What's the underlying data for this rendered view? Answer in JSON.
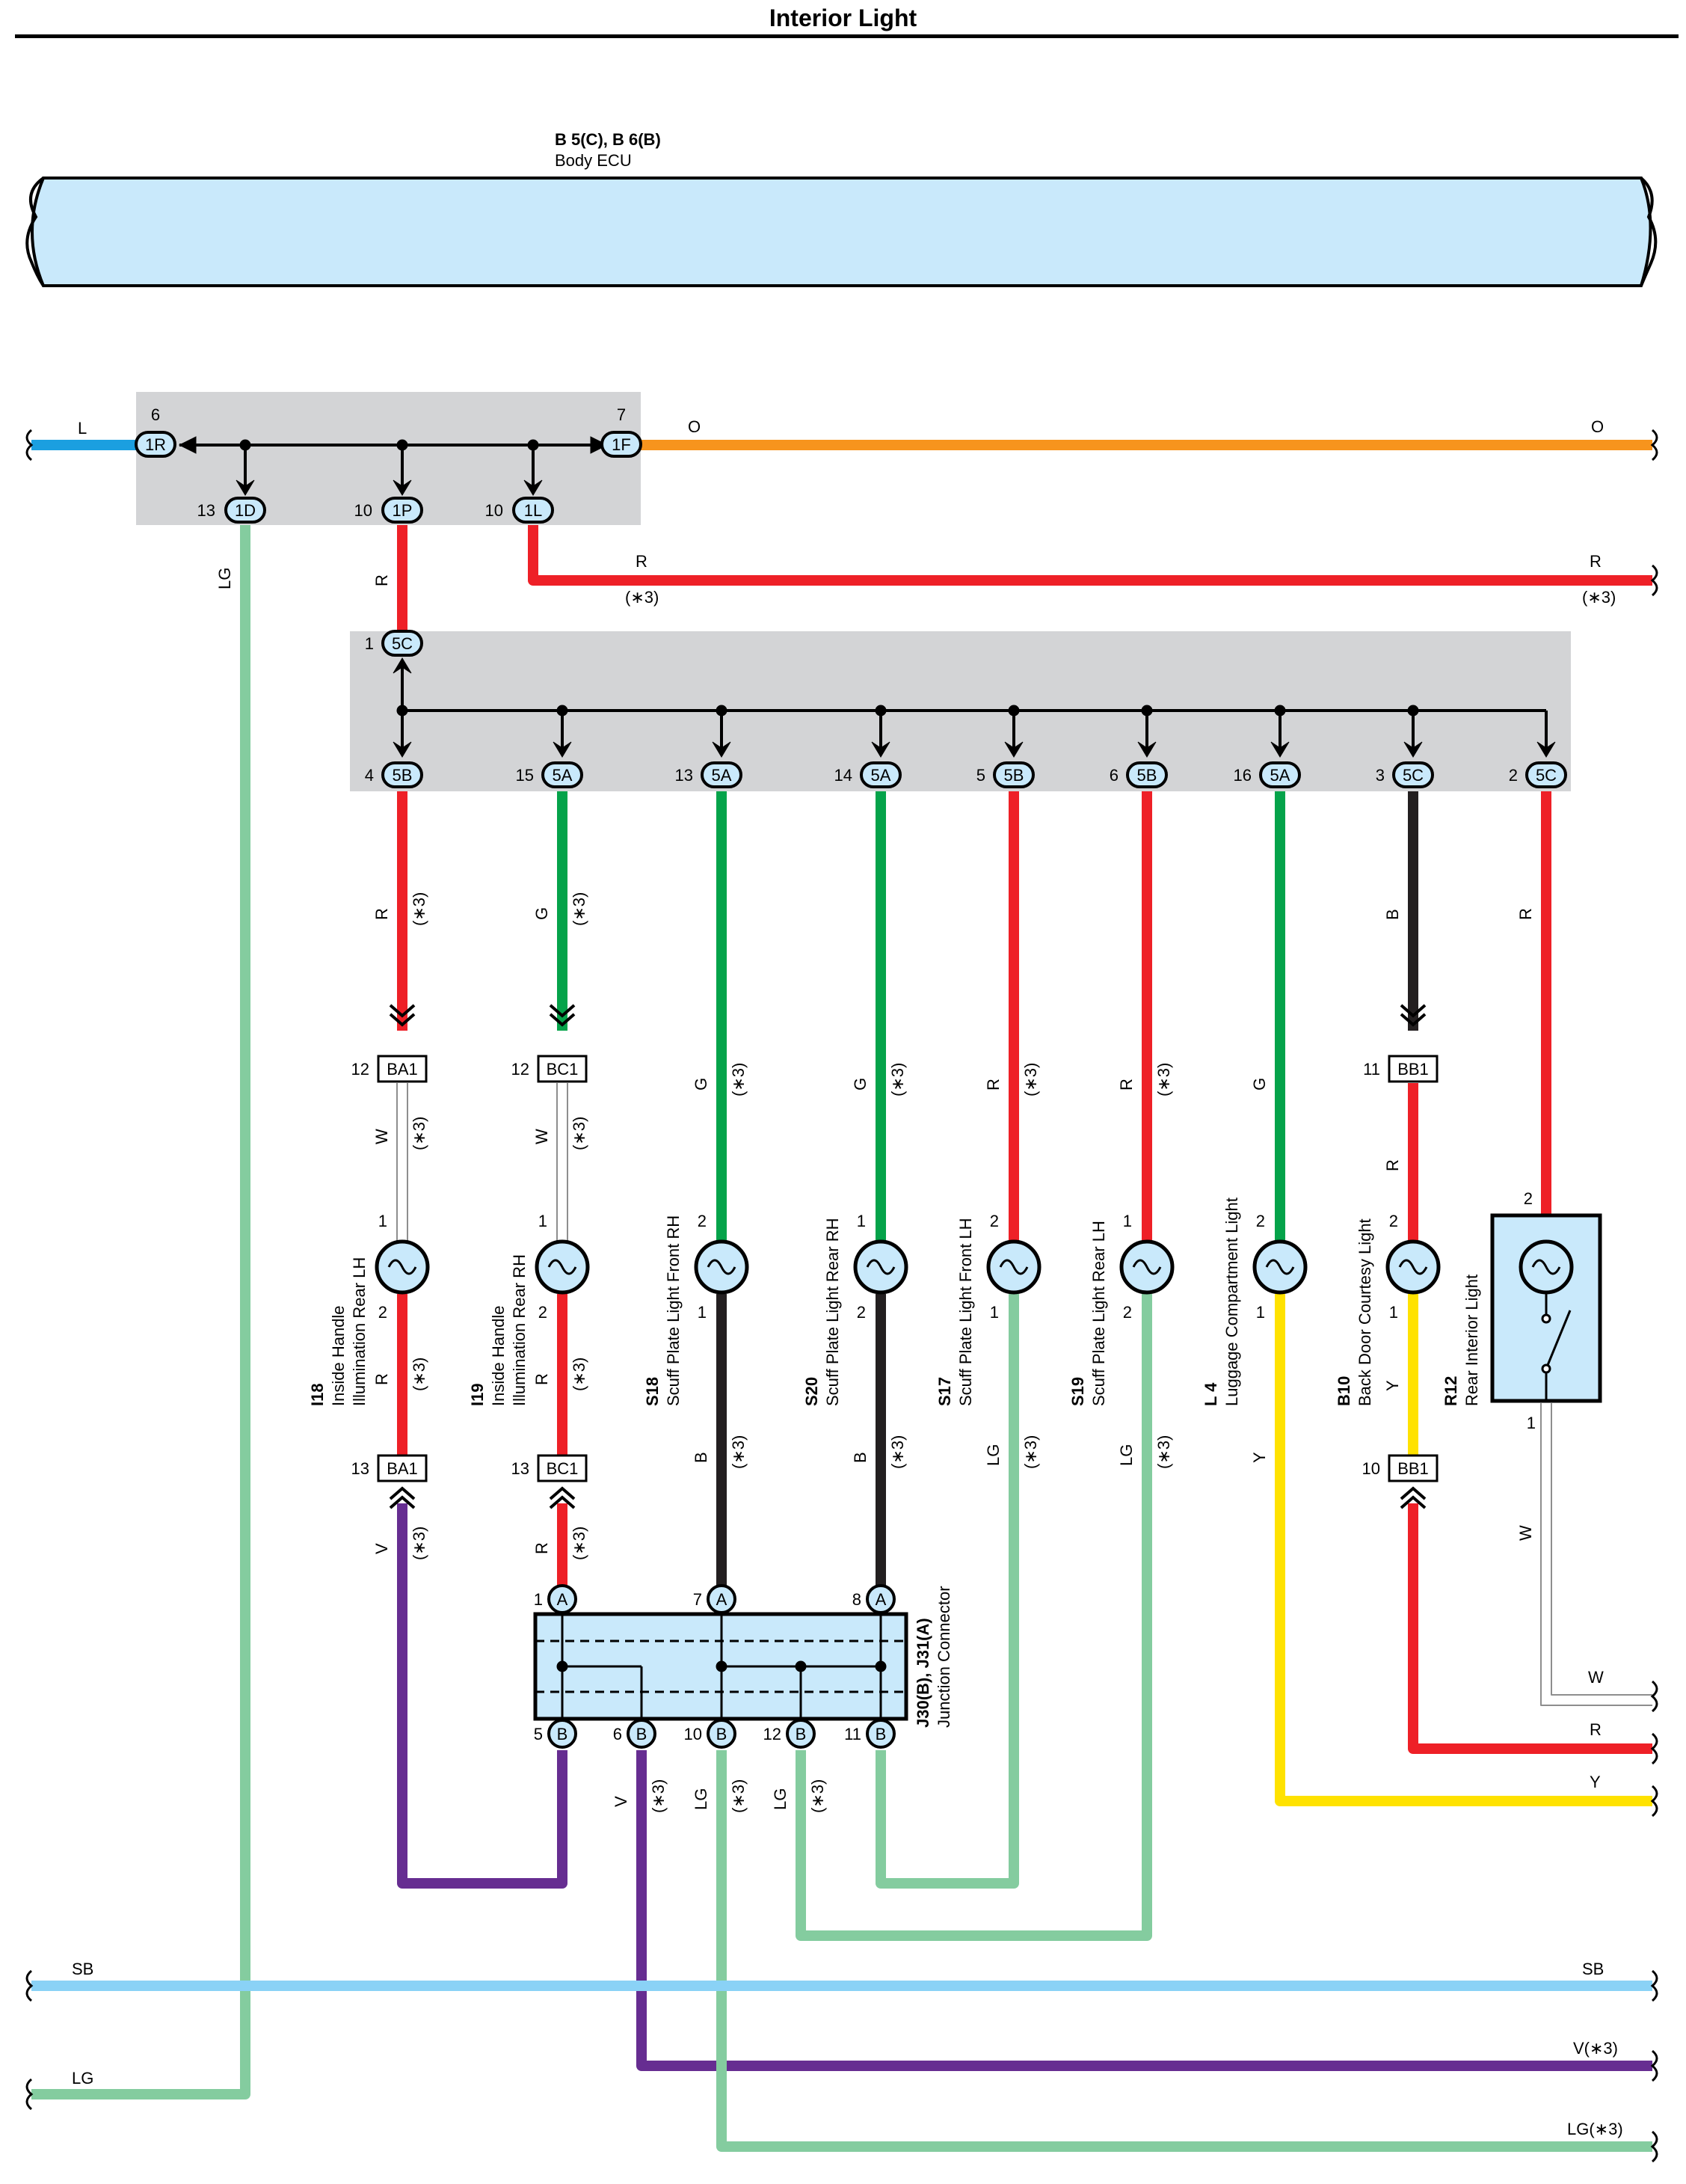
{
  "title": "Interior Light",
  "colors": {
    "R": "#ee2027",
    "G": "#05a34a",
    "B": "#231f20",
    "LG": "#84cc9f",
    "L": "#1b9fe0",
    "O": "#f7941d",
    "Y": "#ffe200",
    "V": "#662d91",
    "SB": "#8ad2f6",
    "W": "#8e8e8e",
    "component_fill": "#c9e9fb",
    "junction_box": "#d3d4d6"
  },
  "body_ecu": {
    "code": "B 5(C), B 6(B)",
    "name": "Body ECU"
  },
  "jb_top": {
    "pins": [
      {
        "num": "6",
        "id": "1R"
      },
      {
        "num": "7",
        "id": "1F"
      },
      {
        "num": "13",
        "id": "1D"
      },
      {
        "num": "10",
        "id": "1P"
      },
      {
        "num": "10",
        "id": "1L"
      }
    ]
  },
  "jb_mid": {
    "input": {
      "num": "1",
      "id": "5C"
    },
    "outputs": [
      {
        "num": "4",
        "id": "5B"
      },
      {
        "num": "15",
        "id": "5A"
      },
      {
        "num": "13",
        "id": "5A"
      },
      {
        "num": "14",
        "id": "5A"
      },
      {
        "num": "5",
        "id": "5B"
      },
      {
        "num": "6",
        "id": "5B"
      },
      {
        "num": "16",
        "id": "5A"
      },
      {
        "num": "3",
        "id": "5C"
      },
      {
        "num": "2",
        "id": "5C"
      }
    ]
  },
  "connectors": [
    {
      "id": "BA1",
      "num": "12"
    },
    {
      "id": "BC1",
      "num": "12"
    },
    {
      "id": "BB1",
      "num": "11"
    },
    {
      "id": "BA1",
      "num": "13"
    },
    {
      "id": "BC1",
      "num": "13"
    },
    {
      "id": "BB1",
      "num": "10"
    }
  ],
  "components": [
    {
      "code": "I18",
      "name1": "Inside Handle",
      "name2": "Illumination Rear LH",
      "pin_top": "1",
      "pin_bottom": "2"
    },
    {
      "code": "I19",
      "name1": "Inside Handle",
      "name2": "Illumination Rear RH",
      "pin_top": "1",
      "pin_bottom": "2"
    },
    {
      "code": "S18",
      "name1": "Scuff Plate Light Front RH",
      "pin_top": "2",
      "pin_bottom": "1"
    },
    {
      "code": "S20",
      "name1": "Scuff Plate Light Rear RH",
      "pin_top": "1",
      "pin_bottom": "2"
    },
    {
      "code": "S17",
      "name1": "Scuff Plate Light Front LH",
      "pin_top": "2",
      "pin_bottom": "1"
    },
    {
      "code": "S19",
      "name1": "Scuff Plate Light Rear LH",
      "pin_top": "1",
      "pin_bottom": "2"
    },
    {
      "code": "L 4",
      "name1": "Luggage Compartment Light",
      "pin_top": "2",
      "pin_bottom": "1"
    },
    {
      "code": "B10",
      "name1": "Back Door Courtesy Light",
      "pin_top": "2",
      "pin_bottom": "1"
    },
    {
      "code": "R12",
      "name1": "Rear Interior Light",
      "pin_top": "2",
      "pin_bottom": "1"
    }
  ],
  "junction": {
    "code": "J30(B), J31(A)",
    "name": "Junction Connector",
    "top_pins": [
      {
        "num": "1",
        "id": "A"
      },
      {
        "num": "7",
        "id": "A"
      },
      {
        "num": "8",
        "id": "A"
      }
    ],
    "bottom_pins": [
      {
        "num": "5",
        "id": "B"
      },
      {
        "num": "6",
        "id": "B"
      },
      {
        "num": "10",
        "id": "B"
      },
      {
        "num": "12",
        "id": "B"
      },
      {
        "num": "11",
        "id": "B"
      }
    ]
  },
  "wire_labels": {
    "L": "L",
    "O": "O",
    "R": "R",
    "LG": "LG",
    "G": "G",
    "B": "B",
    "W": "W",
    "Y": "Y",
    "V": "V",
    "SB": "SB",
    "note": "(∗3)",
    "V_note": "V(∗3)",
    "LG_note": "LG(∗3)"
  }
}
